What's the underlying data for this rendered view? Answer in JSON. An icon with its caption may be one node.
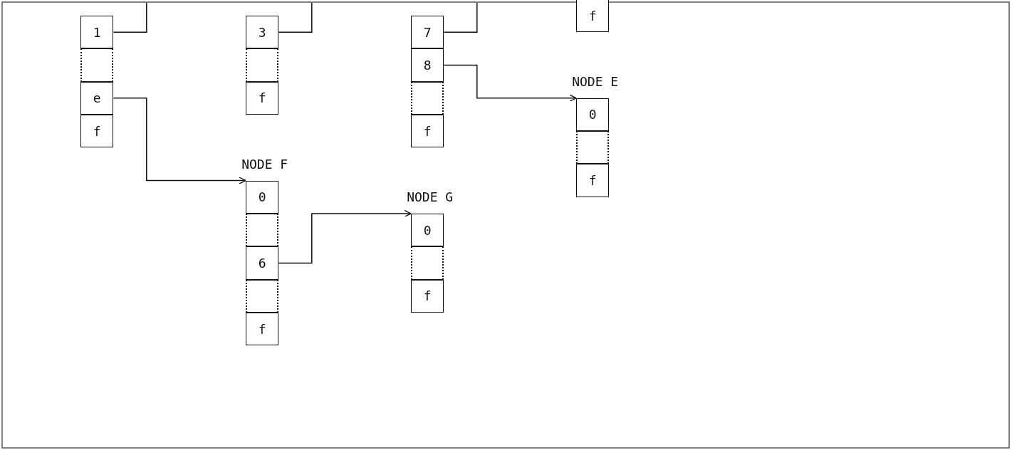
{
  "diagram": {
    "nodes": [
      {
        "text": [
          "1"
        ]
      },
      {
        "text": [],
        "shape": "box"
      },
      {
        "text": [
          "e"
        ]
      },
      {
        "text": [
          "f"
        ]
      },
      {
        "text": [
          "3"
        ]
      },
      {
        "text": [],
        "shape": "box"
      },
      {
        "text": [
          "f"
        ]
      },
      {
        "text": [
          "7"
        ]
      },
      {
        "text": [
          "8"
        ]
      },
      {
        "text": [],
        "shape": "box"
      },
      {
        "text": [
          "f"
        ]
      },
      {
        "text": [
          "f"
        ]
      },
      {
        "text": [
          "NODE E"
        ]
      },
      {
        "text": [
          "0"
        ],
        "in": 12
      },
      {
        "text": [],
        "shape": "box",
        "in": 12
      },
      {
        "text": [
          "f"
        ],
        "in": 12
      },
      {
        "text": [
          "NODE F"
        ]
      },
      {
        "text": [
          "0"
        ],
        "in": 16
      },
      {
        "text": [],
        "shape": "box",
        "in": 16
      },
      {
        "text": [
          "6"
        ],
        "in": 16
      },
      {
        "text": [],
        "shape": "box",
        "in": 16
      },
      {
        "text": [
          "f"
        ],
        "in": 16
      },
      {
        "text": [
          "NODE G"
        ]
      },
      {
        "text": [
          "0"
        ],
        "in": 22
      },
      {
        "text": [],
        "shape": "box",
        "in": 22
      },
      {
        "text": [
          "f"
        ],
        "in": 22
      }
    ],
    "edges": [
      {
        "from": 0,
        "to": null,
        "arrow": "none"
      },
      {
        "from": 4,
        "to": null,
        "arrow": "none"
      },
      {
        "from": 7,
        "to": null,
        "arrow": "none"
      },
      {
        "from": 2,
        "to": 17,
        "arrow": "to"
      },
      {
        "from": 8,
        "to": 13,
        "arrow": "to"
      },
      {
        "from": 19,
        "to": 23,
        "arrow": "to"
      }
    ]
  }
}
